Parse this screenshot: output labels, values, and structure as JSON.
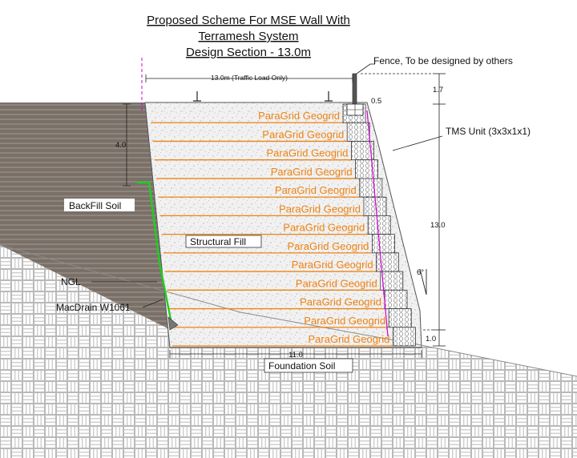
{
  "title": {
    "line1": "Proposed Scheme For MSE Wall With",
    "line2": "Terramesh System",
    "line3": "Design Section - 13.0m"
  },
  "labels": {
    "fence": "Fence, To be designed by others",
    "traffic_load": "13.0m (Traffic Load Only)",
    "tms_unit": "TMS Unit (3x3x1x1)",
    "backfill": "BackFill Soil",
    "structural_fill": "Structural Fill",
    "ngl": "NGL",
    "macdrain": "MacDrain W1061",
    "foundation": "Foundation Soil",
    "batter": "6°"
  },
  "dimensions": {
    "fence_height": "1.7",
    "offset": "0.5",
    "depth_top": "4.0",
    "wall_height": "13.0",
    "embed": "1.0",
    "base_length": "11.0"
  },
  "geogrid_label": "ParaGrid Geogrid",
  "geogrid_count": 13,
  "colors": {
    "backfill": "#7a7068",
    "geogrid": "#f0820f",
    "drain": "#22cc22",
    "ground_line": "#d400d4",
    "foundation_pattern": "#b8b8b8"
  }
}
